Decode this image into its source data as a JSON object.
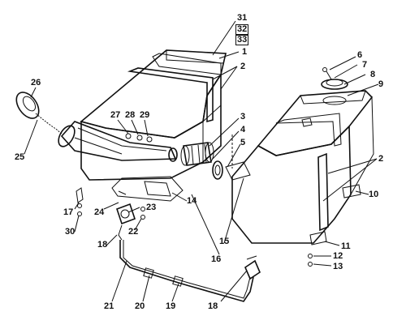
{
  "diagram": {
    "callouts": [
      {
        "id": "c31",
        "text": "31"
      },
      {
        "id": "c32",
        "text": "32",
        "boxed": true
      },
      {
        "id": "c33",
        "text": "33",
        "boxed": true
      },
      {
        "id": "c1",
        "text": "1"
      },
      {
        "id": "c2a",
        "text": "2"
      },
      {
        "id": "c3",
        "text": "3"
      },
      {
        "id": "c4",
        "text": "4"
      },
      {
        "id": "c5",
        "text": "5"
      },
      {
        "id": "c6",
        "text": "6"
      },
      {
        "id": "c7",
        "text": "7"
      },
      {
        "id": "c8",
        "text": "8"
      },
      {
        "id": "c9",
        "text": "9"
      },
      {
        "id": "c2b",
        "text": "2"
      },
      {
        "id": "c10",
        "text": "10"
      },
      {
        "id": "c11",
        "text": "11"
      },
      {
        "id": "c12",
        "text": "12"
      },
      {
        "id": "c13",
        "text": "13"
      },
      {
        "id": "c26",
        "text": "26"
      },
      {
        "id": "c25",
        "text": "25"
      },
      {
        "id": "c27",
        "text": "27"
      },
      {
        "id": "c28",
        "text": "28"
      },
      {
        "id": "c29",
        "text": "29"
      },
      {
        "id": "c14",
        "text": "14"
      },
      {
        "id": "c15",
        "text": "15"
      },
      {
        "id": "c16",
        "text": "16"
      },
      {
        "id": "c17",
        "text": "17"
      },
      {
        "id": "c30",
        "text": "30"
      },
      {
        "id": "c24",
        "text": "24"
      },
      {
        "id": "c23",
        "text": "23"
      },
      {
        "id": "c22",
        "text": "22"
      },
      {
        "id": "c18a",
        "text": "18"
      },
      {
        "id": "c21",
        "text": "21"
      },
      {
        "id": "c20",
        "text": "20"
      },
      {
        "id": "c19",
        "text": "19"
      },
      {
        "id": "c18b",
        "text": "18"
      }
    ]
  }
}
